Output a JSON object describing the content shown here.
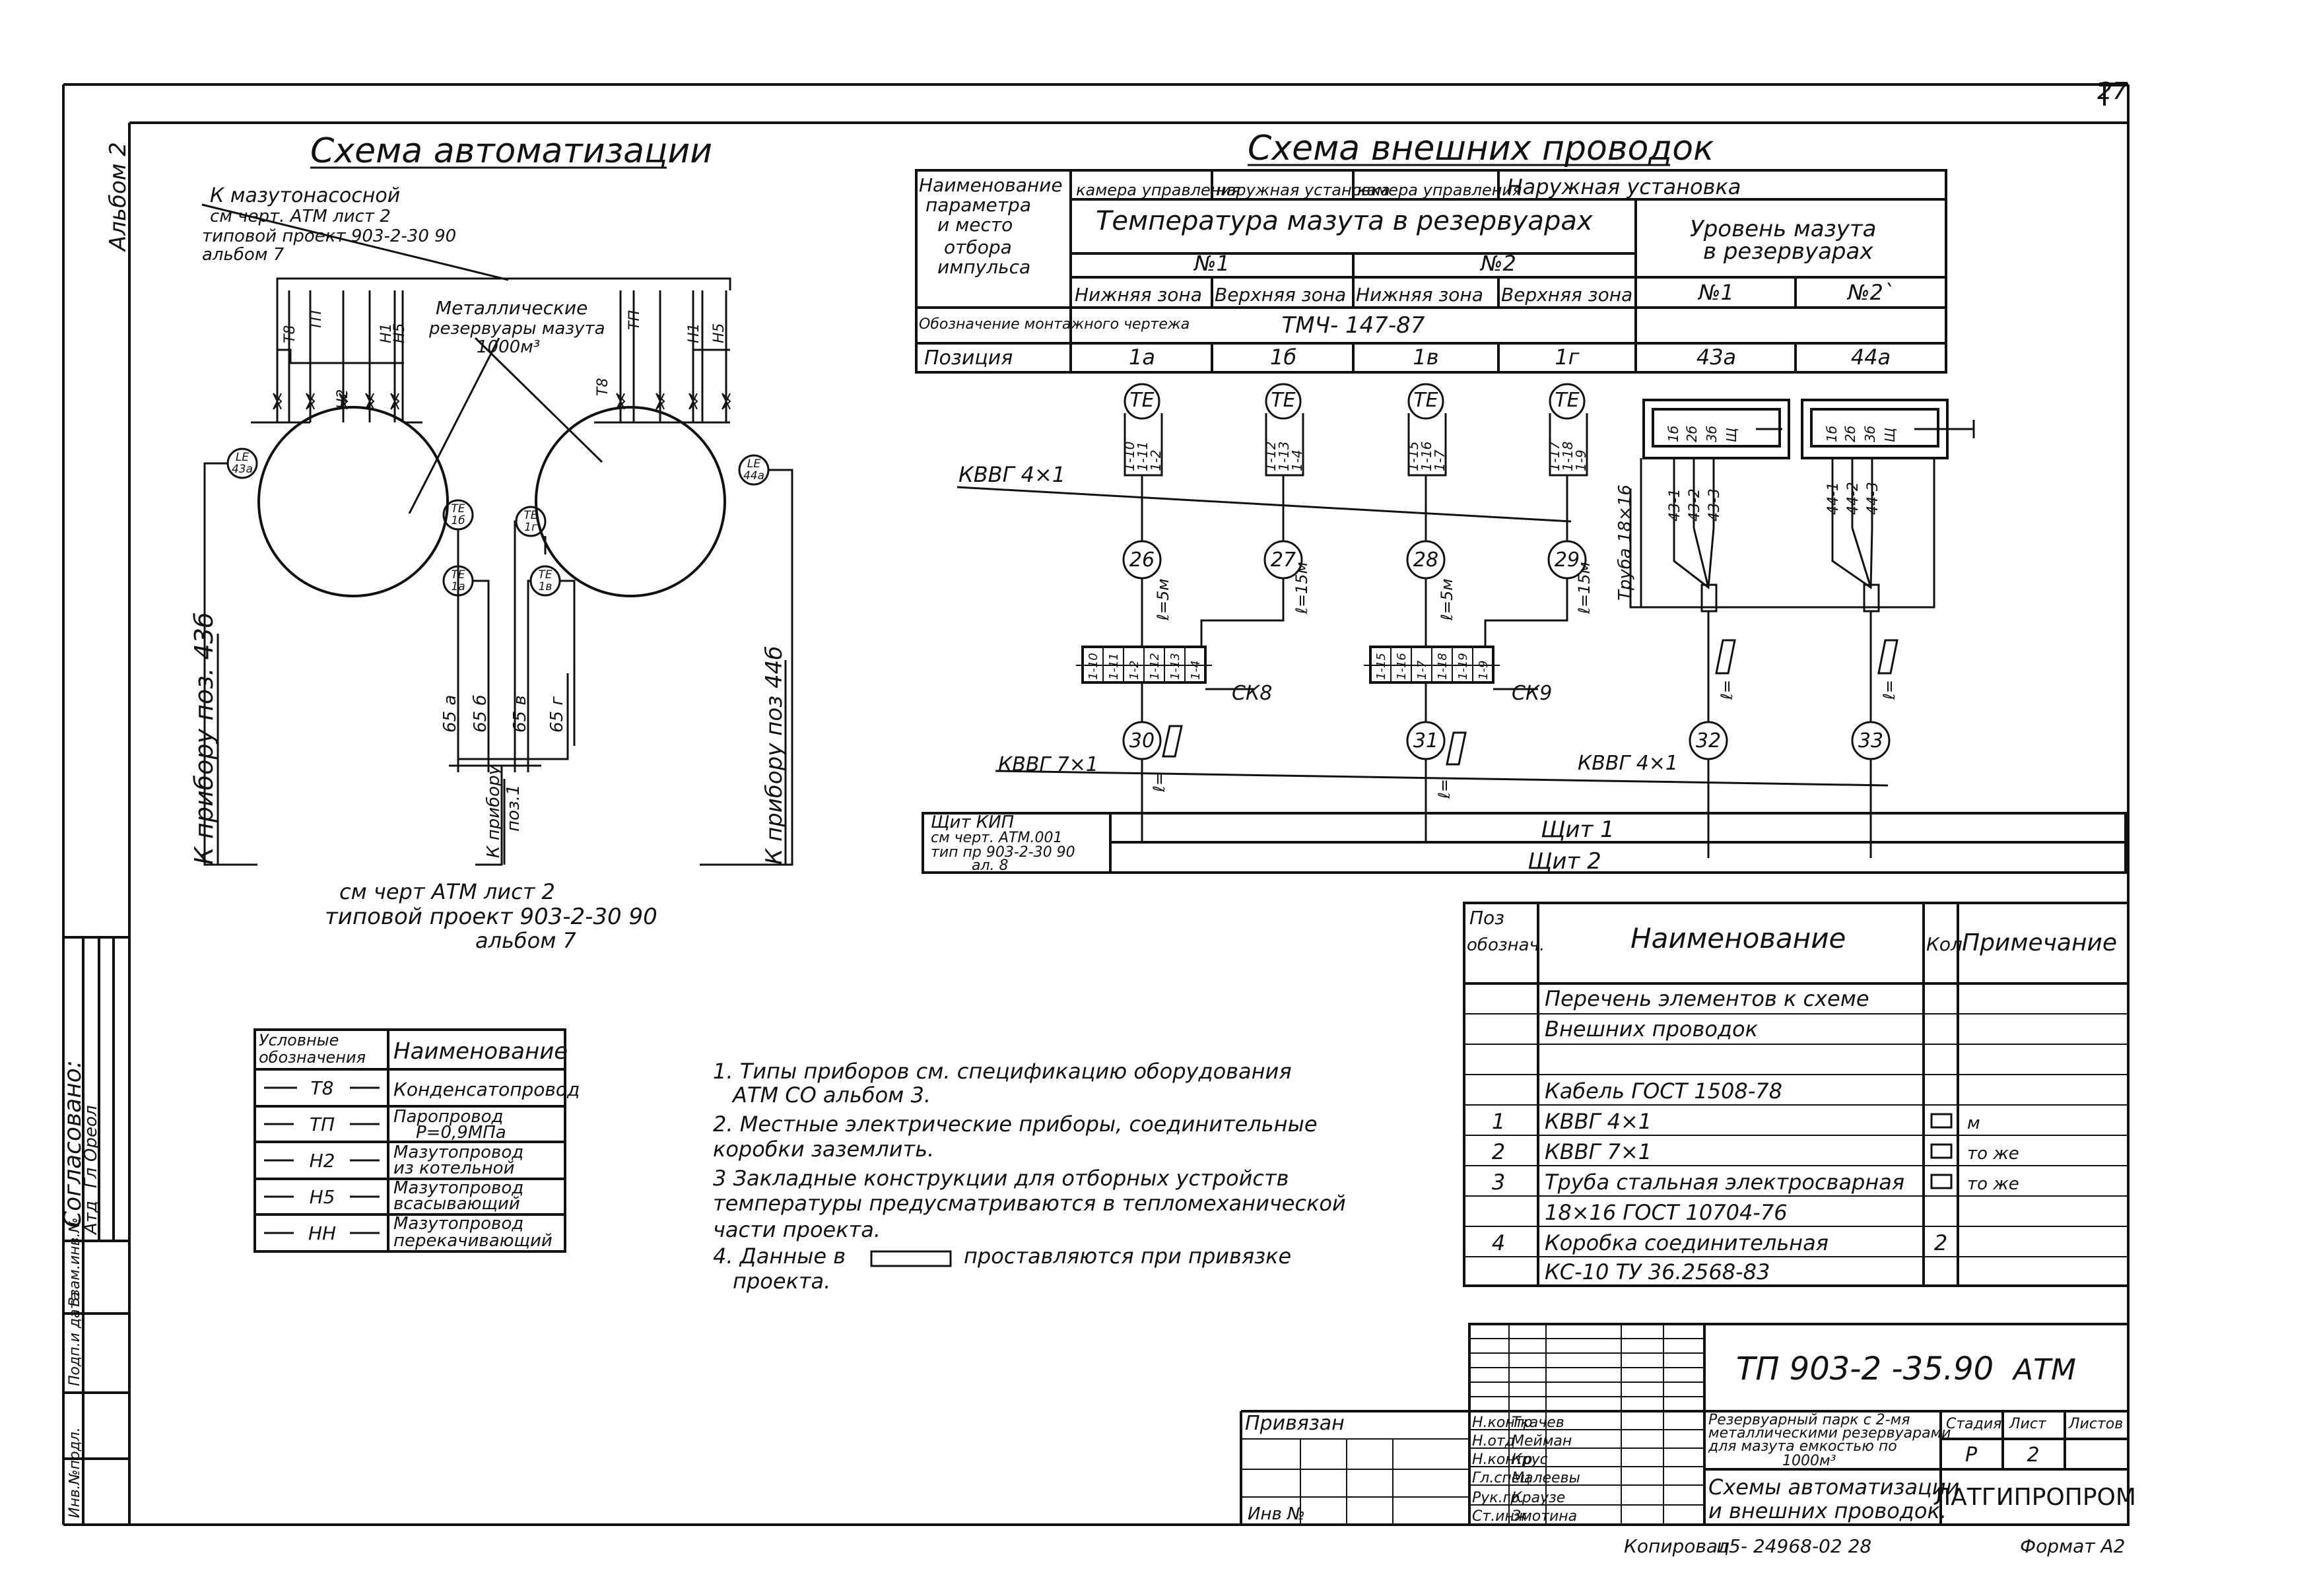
{
  "sheet": {
    "number": "27",
    "album_mark": "Альбом 2",
    "copy_note": "Копировал",
    "copy_code": "ц5-  24968-02  28",
    "format": "Формат А2"
  },
  "automation": {
    "title": "Схема автоматизации",
    "pump_note": [
      "К мазутонасосной",
      "см черт. АТМ лист 2",
      "типовой проект 903-2-30 90",
      "альбом 7"
    ],
    "tank_note": [
      "Металлические",
      "резервуары мазута",
      "1000м³"
    ],
    "pipe_tags_left": [
      "Т8",
      "ТП",
      "Н2",
      "Н1",
      "Н5"
    ],
    "pipe_tags_right": [
      "Т8",
      "ТП",
      "Н1",
      "Н5"
    ],
    "sensors": {
      "le_left": [
        "LE",
        "43а"
      ],
      "le_right": [
        "LE",
        "44а"
      ],
      "te_1b": [
        "ТЕ",
        "1б"
      ],
      "te_1a": [
        "ТЕ",
        "1а"
      ],
      "te_1g": [
        "ТЕ",
        "1г"
      ],
      "te_1v": [
        "ТЕ",
        "1в"
      ]
    },
    "vertical_labels": {
      "left": "К прибору поз. 43б",
      "right": "К прибору поз 44б",
      "center": [
        "К прибору",
        "поз.1"
      ]
    },
    "line_tags": [
      "65 а",
      "65 б",
      "65 в",
      "65 г"
    ],
    "bottom_note": [
      "см черт АТМ лист 2",
      "типовой проект 903-2-30 90",
      "альбом 7"
    ]
  },
  "wiring": {
    "title": "Схема внешних проводок",
    "header": {
      "param_label": [
        "Наименование",
        "параметра",
        "и место",
        "отбора",
        "импульса"
      ],
      "locations": [
        "камера управления",
        "наружная установка",
        "камера управления",
        "Наружная установка"
      ],
      "group_temp": "Температура мазута в резервуарах",
      "group_level": [
        "Уровень мазута",
        "в резервуарах"
      ],
      "tank1": "№1",
      "tank2": "№2",
      "zones": [
        "Нижняя зона",
        "Верхняя зона",
        "Нижняя зона",
        "Верхняя зона"
      ],
      "level_tanks": [
        "№1",
        "№2`"
      ],
      "designation_label": "Обозначение монтажного чертежа",
      "designation_value": "ТМЧ- 147-87",
      "position_label": "Позиция",
      "positions": [
        "1а",
        "1б",
        "1в",
        "1г",
        "43а",
        "44а"
      ]
    },
    "te": "ТЕ",
    "te_terminals": [
      [
        "1-10",
        "1-11",
        "1-2"
      ],
      [
        "1-12",
        "1-13",
        "1-4"
      ],
      [
        "1-15",
        "1-16",
        "1-7"
      ],
      [
        "1-17",
        "1-18",
        "1-9"
      ]
    ],
    "cables": [
      {
        "num": "26",
        "len": "ℓ=5м"
      },
      {
        "num": "27",
        "len": "ℓ=15м"
      },
      {
        "num": "28",
        "len": "ℓ=5м"
      },
      {
        "num": "29",
        "len": "ℓ=15м"
      }
    ],
    "box_labels": [
      "СК8",
      "СК9"
    ],
    "box_terms_1": [
      "1-10",
      "1-11",
      "1-2",
      "1-12",
      "1-13",
      "1-4"
    ],
    "box_terms_2": [
      "1-15",
      "1-16",
      "1-7",
      "1-18",
      "1-19",
      "1-9"
    ],
    "cable_type_top": "КВВГ 4×1",
    "cable_type_mid": "КВВГ 7×1",
    "cable_type_right": "КВВГ 4×1",
    "main_cables": [
      "30",
      "31",
      "32",
      "33"
    ],
    "len_mark": "ℓ=",
    "pipe_label": "Труба 18×16",
    "level_box_terms": [
      [
        "1б",
        "2б",
        "3б",
        "Щ"
      ],
      [
        "1б",
        "2б",
        "3б",
        "Щ"
      ]
    ],
    "level_wires": [
      [
        "43-1",
        "43-2",
        "43-3"
      ],
      [
        "44-1",
        "44-2",
        "44-3"
      ]
    ],
    "panel_note": [
      "Щит КИП",
      "см черт. АТМ.001",
      "тип пр 903-2-30 90",
      "ал. 8"
    ],
    "panel1": "Щит 1",
    "panel2": "Щит 2"
  },
  "legend": {
    "col1": [
      "Условные",
      "обозначения"
    ],
    "col2": "Наименование",
    "rows": [
      {
        "code": "Т8",
        "name": "Конденсатопровод"
      },
      {
        "code": "ТП",
        "name": [
          "Паропровод",
          "Р=0,9МПа"
        ]
      },
      {
        "code": "Н2",
        "name": [
          "Мазутопровод",
          "из котельной"
        ]
      },
      {
        "code": "Н5",
        "name": [
          "Мазутопровод",
          "всасывающий"
        ]
      },
      {
        "code": "НН",
        "name": [
          "Мазутопровод",
          "перекачивающий"
        ]
      }
    ]
  },
  "notes": [
    [
      "1. Типы приборов см. спецификацию оборудования",
      "АТМ СО  альбом 3."
    ],
    [
      "2. Местные электрические приборы, соединительные",
      "коробки заземлить."
    ],
    [
      "3 Закладные конструкции для отборных устройств",
      "температуры предусматриваются в тепломеханической",
      "части проекта."
    ],
    [
      "4. Данные в",
      "проставляются   при привязке",
      "проекта."
    ]
  ],
  "spec": {
    "headers": {
      "pos": [
        "Поз",
        "обознач."
      ],
      "name": "Наименование",
      "qty": "Кол",
      "note": "Примечание"
    },
    "rows": [
      {
        "pos": "",
        "name": "Перечень элементов  к схеме",
        "qty": "",
        "note": ""
      },
      {
        "pos": "",
        "name": "Внешних  проводок",
        "qty": "",
        "note": ""
      },
      {
        "pos": "",
        "name": "",
        "qty": "",
        "note": ""
      },
      {
        "pos": "",
        "name": "Кабель ГОСТ 1508-78",
        "qty": "",
        "note": ""
      },
      {
        "pos": "1",
        "name": "КВВГ 4×1",
        "qty": "□",
        "note": "м"
      },
      {
        "pos": "2",
        "name": "КВВГ 7×1",
        "qty": "□",
        "note": "то же"
      },
      {
        "pos": "3",
        "name": "Труба стальная  электросварная",
        "qty": "□",
        "note": "то же"
      },
      {
        "pos": "",
        "name": "18×16  ГОСТ 10704-76",
        "qty": "",
        "note": ""
      },
      {
        "pos": "4",
        "name": "Коробка  соединительная",
        "qty": "2",
        "note": ""
      },
      {
        "pos": "",
        "name": "КС-10  ТУ 36.2568-83",
        "qty": "",
        "note": ""
      }
    ]
  },
  "stamp": {
    "code": "ТП 903-2 -35.90",
    "mark": "АТМ",
    "privyazan": "Привязан",
    "inv": "Инв №",
    "roles": [
      "Н.контр",
      "Н.отд",
      "Н.контр",
      "Гл.спец",
      "Рук.гр.",
      "Ст.инж"
    ],
    "names": [
      "Ткачев",
      "Мейман",
      "Крус",
      "Малеевы",
      "Краузе",
      "Змотина"
    ],
    "object": [
      "Резервуарный парк с 2-мя",
      "металлическими резервуарами",
      "для мазута  емкостью по",
      "1000м³"
    ],
    "sheet_title": [
      "Схемы автоматизации",
      "и внешних проводок."
    ],
    "stage_label": "Стадия",
    "sheet_label": "Лист",
    "sheets_label": "Листов",
    "stage": "Р",
    "sheet_no": "2",
    "org": "ЛАТГИПРОПРОМ"
  },
  "side_stamp": {
    "agreed": "Согласовано:",
    "rows": [
      "Атд",
      "Гл",
      "Ореол"
    ],
    "inv_cols": [
      "Взам.инв.№",
      "Подп.и дата",
      "Инв.№подл."
    ]
  }
}
